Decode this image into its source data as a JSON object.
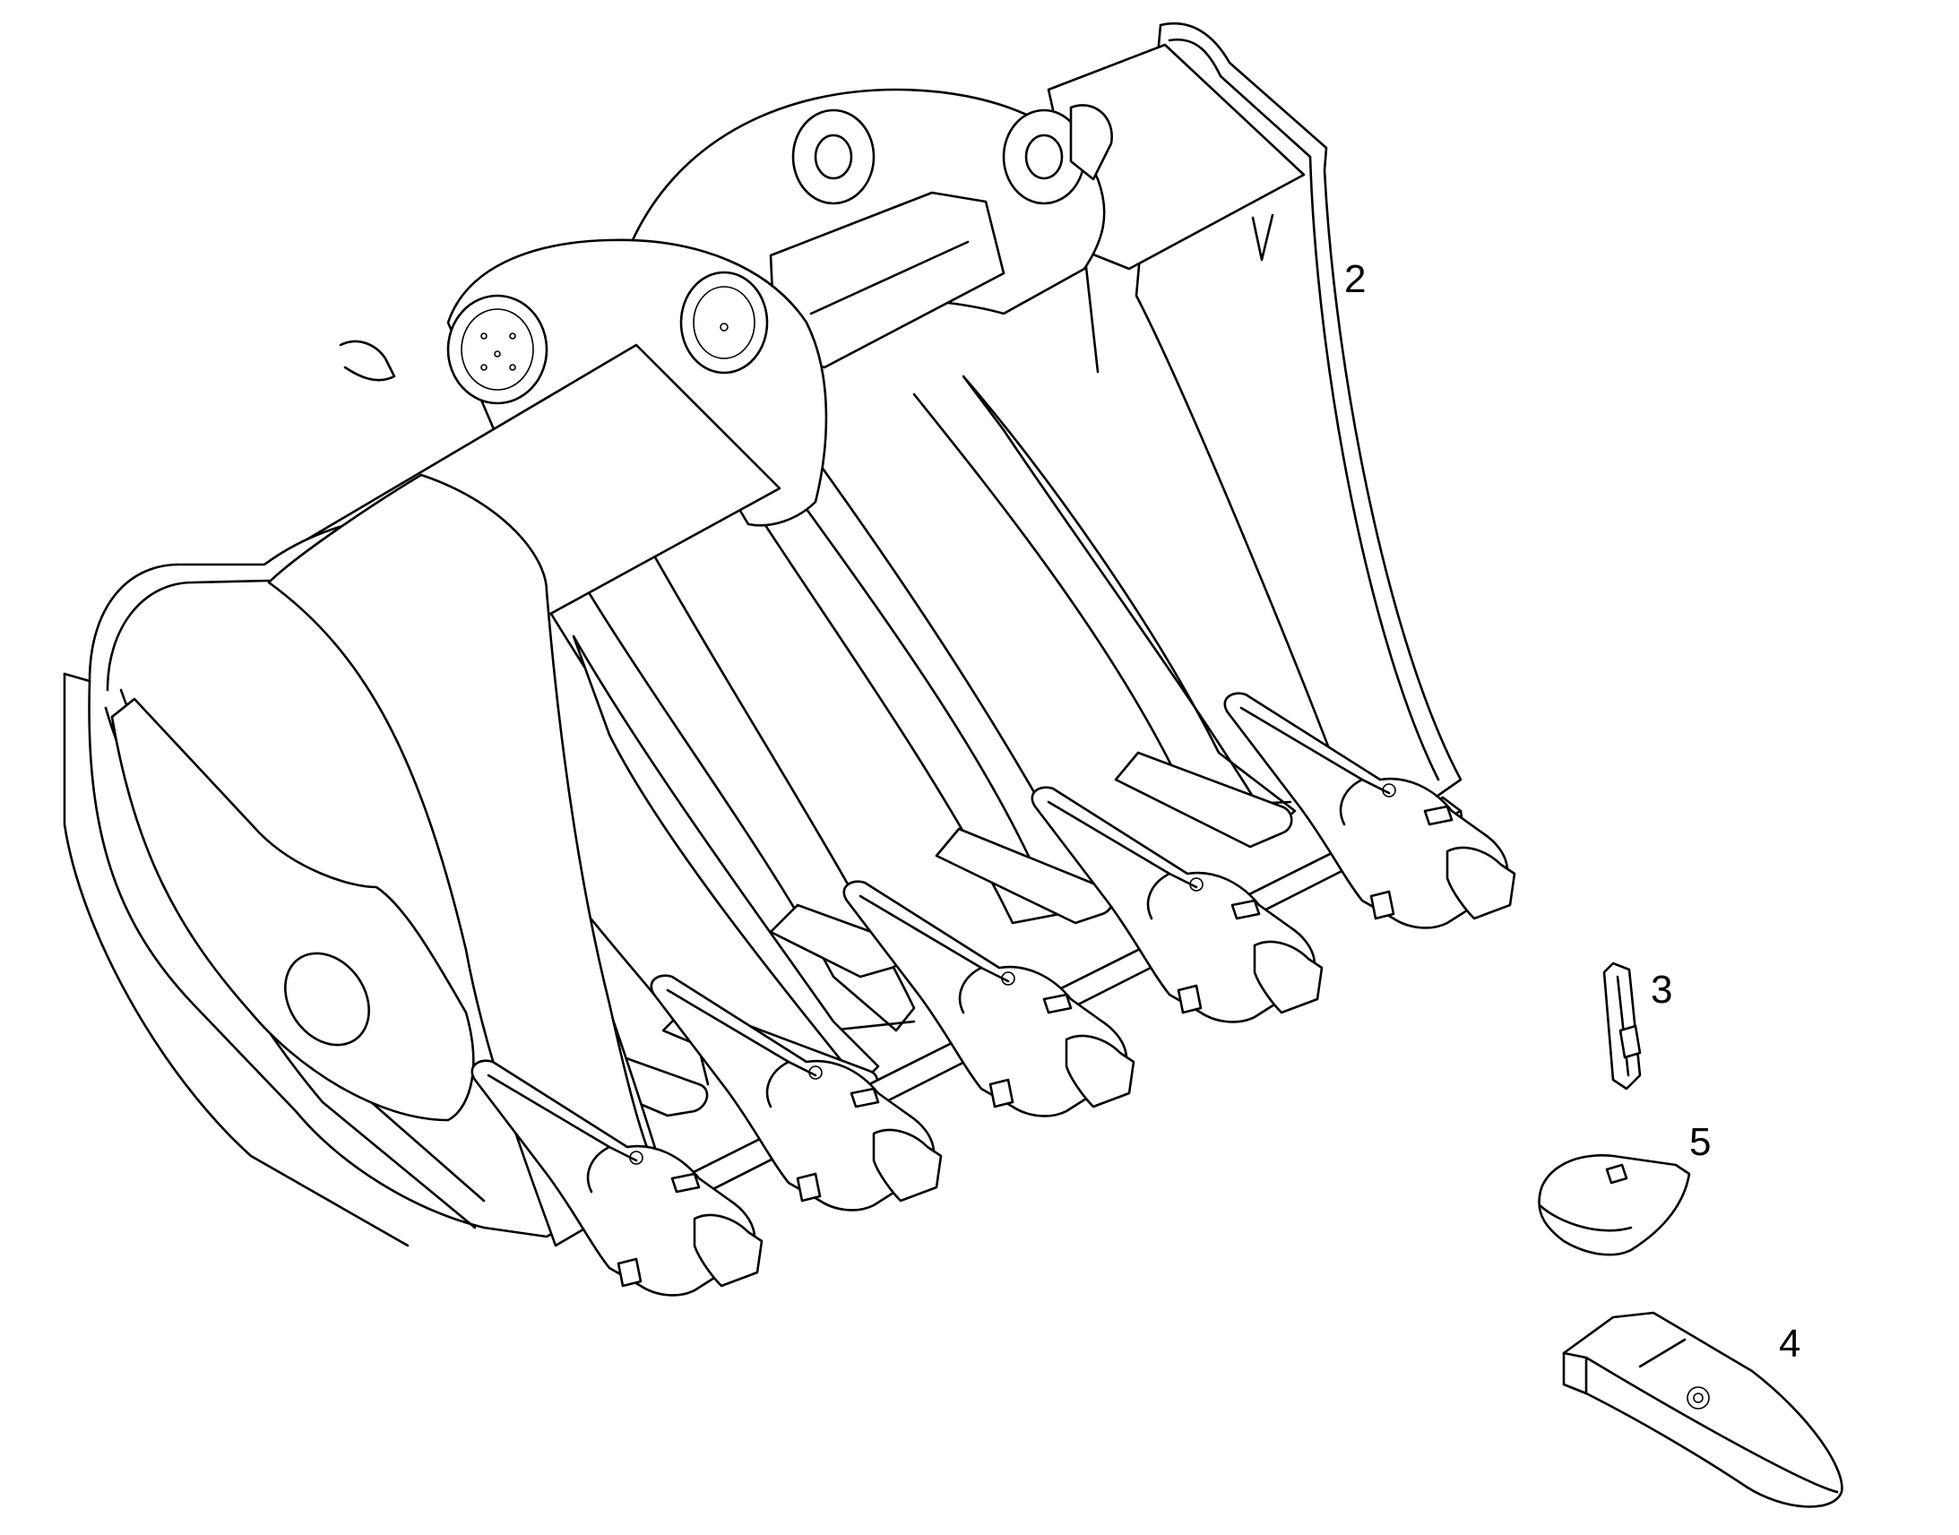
{
  "callouts": [
    {
      "id": "2",
      "label": "2"
    },
    {
      "id": "3",
      "label": "3"
    },
    {
      "id": "5",
      "label": "5"
    },
    {
      "id": "4",
      "label": "4"
    }
  ]
}
